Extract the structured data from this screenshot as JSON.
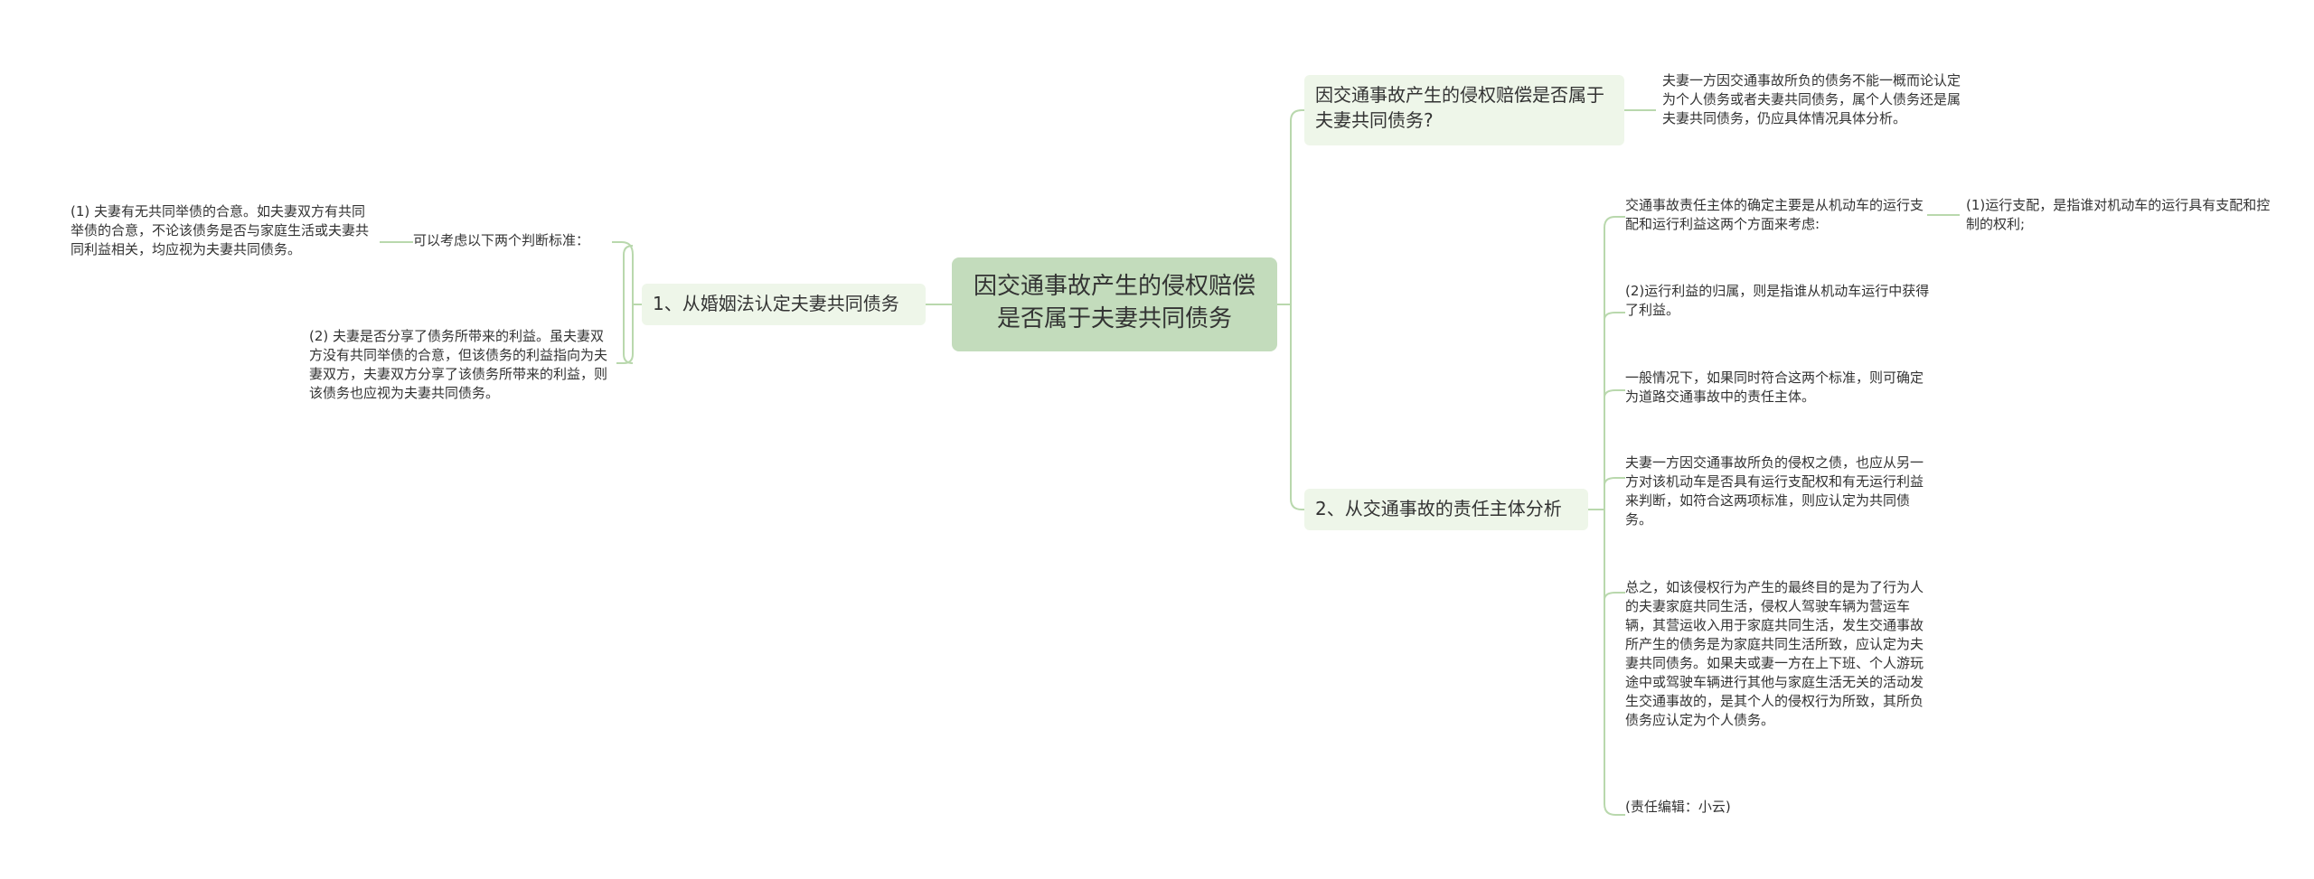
{
  "colors": {
    "line": "#b9d8ad",
    "root_bg": "#c3dcbc",
    "branch_bg": "#eef6e9",
    "text": "#333333",
    "background": "#ffffff"
  },
  "root": {
    "label": "因交通事故产生的侵权赔偿是否属于夫妻共同债务"
  },
  "left_branch": {
    "label": "1、从婚姻法认定夫妻共同债务",
    "criteria": "可以考虑以下两个判断标准：",
    "items": [
      "(1) 夫妻有无共同举债的合意。如夫妻双方有共同举债的合意，不论该债务是否与家庭生活或夫妻共同利益相关，均应视为夫妻共同债务。",
      "(2) 夫妻是否分享了债务所带来的利益。虽夫妻双方没有共同举债的合意，但该债务的利益指向为夫妻双方，夫妻双方分享了该债务所带来的利益，则该债务也应视为夫妻共同债务。"
    ]
  },
  "right_branch_1": {
    "label": "因交通事故产生的侵权赔偿是否属于夫妻共同债务?",
    "detail": "夫妻一方因交通事故所负的债务不能一概而论认定为个人债务或者夫妻共同债务，属个人债务还是属夫妻共同债务，仍应具体情况具体分析。"
  },
  "right_branch_2": {
    "label": "2、从交通事故的责任主体分析",
    "items": [
      "交通事故责任主体的确定主要是从机动车的运行支配和运行利益这两个方面来考虑:",
      "(2)运行利益的归属，则是指谁从机动车运行中获得了利益。",
      "一般情况下，如果同时符合这两个标准，则可确定为道路交通事故中的责任主体。",
      "夫妻一方因交通事故所负的侵权之债，也应从另一方对该机动车是否具有运行支配权和有无运行利益来判断，如符合这两项标准，则应认定为共同债务。",
      "总之，如该侵权行为产生的最终目的是为了行为人的夫妻家庭共同生活，侵权人驾驶车辆为营运车辆，其营运收入用于家庭共同生活，发生交通事故所产生的债务是为家庭共同生活所致，应认定为夫妻共同债务。如果夫或妻一方在上下班、个人游玩途中或驾驶车辆进行其他与家庭生活无关的活动发生交通事故的，是其个人的侵权行为所致，其所负债务应认定为个人债务。",
      "(责任编辑：小云)"
    ],
    "sub_item": "(1)运行支配，是指谁对机动车的运行具有支配和控制的权利;"
  }
}
